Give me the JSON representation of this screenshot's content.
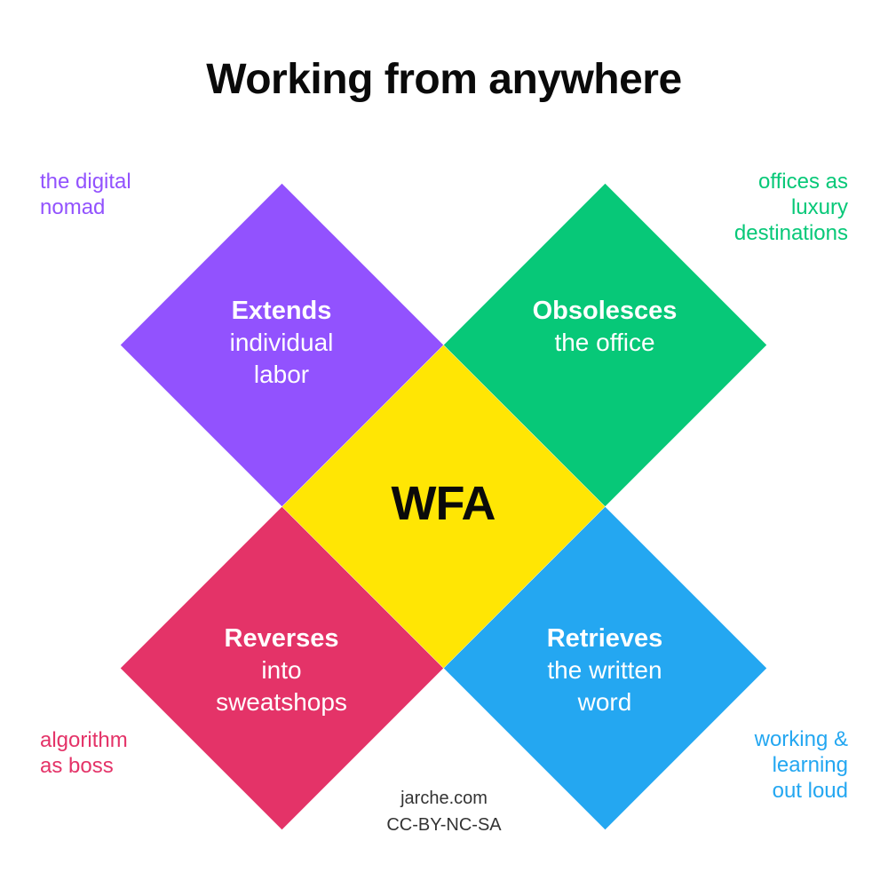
{
  "title": "Working from anywhere",
  "title_color": "#0a0a0a",
  "center": {
    "label": "WFA",
    "color": "#FFE604",
    "text_color": "#0a0a0a"
  },
  "quadrants": {
    "tl": {
      "tetrad_term": "Extends",
      "line2": "individual",
      "line3": "labor",
      "color": "#9252FE",
      "corner": {
        "line1": "the digital",
        "line2": "nomad"
      }
    },
    "tr": {
      "tetrad_term": "Obsolesces",
      "line2": "the office",
      "color": "#07C878",
      "corner": {
        "line1": "offices as",
        "line2": "luxury",
        "line3": "destinations"
      }
    },
    "bl": {
      "tetrad_term": "Reverses",
      "line2": "into",
      "line3": "sweatshops",
      "color": "#E43368",
      "corner": {
        "line1": "algorithm",
        "line2": "as boss"
      }
    },
    "br": {
      "tetrad_term": "Retrieves",
      "line2": "the written",
      "line3": "word",
      "color": "#24A7F1",
      "corner": {
        "line1": "working &",
        "line2": "learning",
        "line3": "out loud"
      }
    }
  },
  "footer": {
    "site": "jarche.com",
    "license": "CC-BY-NC-SA",
    "text_color": "#333333"
  }
}
